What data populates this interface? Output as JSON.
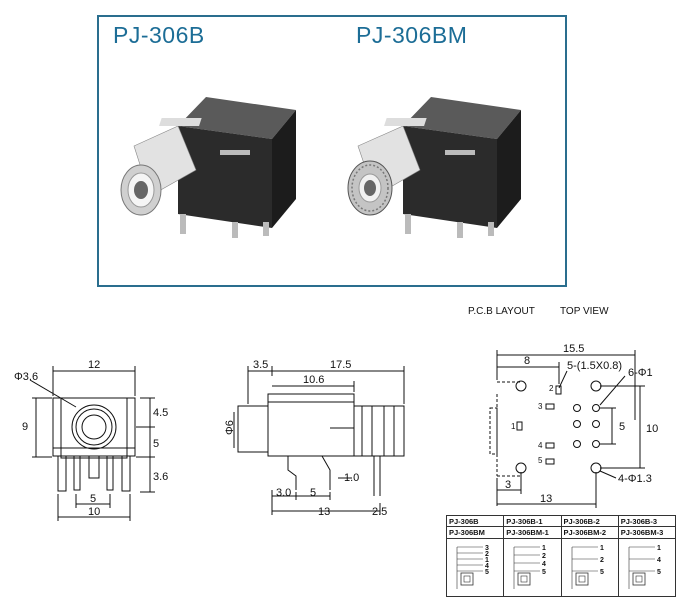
{
  "photo_panel": {
    "left_model": "PJ-306B",
    "right_model": "PJ-306BM"
  },
  "section_labels": {
    "pcb_layout": "P.C.B LAYOUT",
    "top_view": "TOP VIEW"
  },
  "front_view": {
    "hole_diameter": "Φ3.6",
    "width_top": "12",
    "height_left": "9",
    "dim_right_1": "4.5",
    "dim_right_2": "5",
    "dim_right_3": "3.6",
    "pin_spacing": "5",
    "width_bottom": "10"
  },
  "side_view": {
    "nose_length": "3.5",
    "overall_length": "17.5",
    "body_length": "10.6",
    "diameter": "Φ6",
    "pin_offset": "3.0",
    "pin_spacing": "5",
    "pin_width": "1.0",
    "pitch": "13",
    "tail": "2.5"
  },
  "pcb_layout": {
    "width_total": "15.5",
    "width_inner": "8",
    "slot_callout": "5-(1.5X0.8)",
    "hole_callout": "6-Φ1",
    "height_inner": "5",
    "height_total": "10",
    "left_offset": "3",
    "mount_callout": "4-Φ1.3",
    "pitch": "13",
    "pin_numbers": [
      "1",
      "2",
      "3",
      "4",
      "5"
    ]
  },
  "variants_table": {
    "header_row": [
      "PJ-306B",
      "PJ-306B-1",
      "PJ-306B-2",
      "PJ-306B-3"
    ],
    "second_row": [
      "PJ-306BM",
      "PJ-306BM-1",
      "PJ-306BM-2",
      "PJ-306BM-3"
    ],
    "schematics": [
      {
        "pins": [
          "3",
          "2",
          "1",
          "4",
          "5"
        ]
      },
      {
        "pins": [
          "1",
          "2",
          "4",
          "5"
        ]
      },
      {
        "pins": [
          "1",
          "2",
          "5"
        ]
      },
      {
        "pins": [
          "1",
          "4",
          "5"
        ]
      }
    ]
  },
  "colors": {
    "frame": "#2a6e8e",
    "title": "#1c6d96",
    "body": "#2b2b2b",
    "metal": "#c9c9c9"
  }
}
